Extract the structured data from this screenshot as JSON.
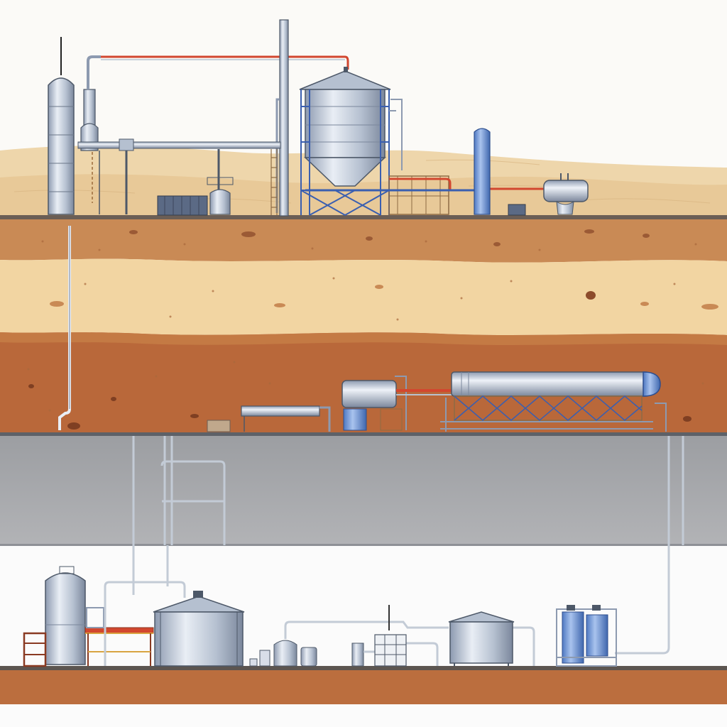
{
  "diagram": {
    "type": "industrial cross-section illustration",
    "text_labels": [],
    "colors": {
      "sky": "#fbfaf7",
      "dune_far": "#eed6ab",
      "dune_near": "#e8c998",
      "ground_line": "#6b5e55",
      "topsoil": "#c98a55",
      "sand_layer": "#f2d5a2",
      "clay_layer": "#b9683a",
      "rock_band": "#a9aaad",
      "rock_band_edge": "#5d6168",
      "basement_soil": "#bb6e3e",
      "steel_light": "#d8dee8",
      "steel_mid": "#9aa6b8",
      "steel_dark": "#4d5868",
      "blue_tank": "#6f97d6",
      "pipe_red": "#d2472f",
      "pipe_blue": "#3a5fb0",
      "frame_brown": "#8a3a22",
      "frame_yellow": "#d9a441"
    },
    "layers": [
      {
        "name": "surface-desert"
      },
      {
        "name": "topsoil"
      },
      {
        "name": "sand"
      },
      {
        "name": "clay"
      },
      {
        "name": "gray-rock-band"
      },
      {
        "name": "lower-facility-level"
      },
      {
        "name": "basement-soil"
      }
    ]
  }
}
